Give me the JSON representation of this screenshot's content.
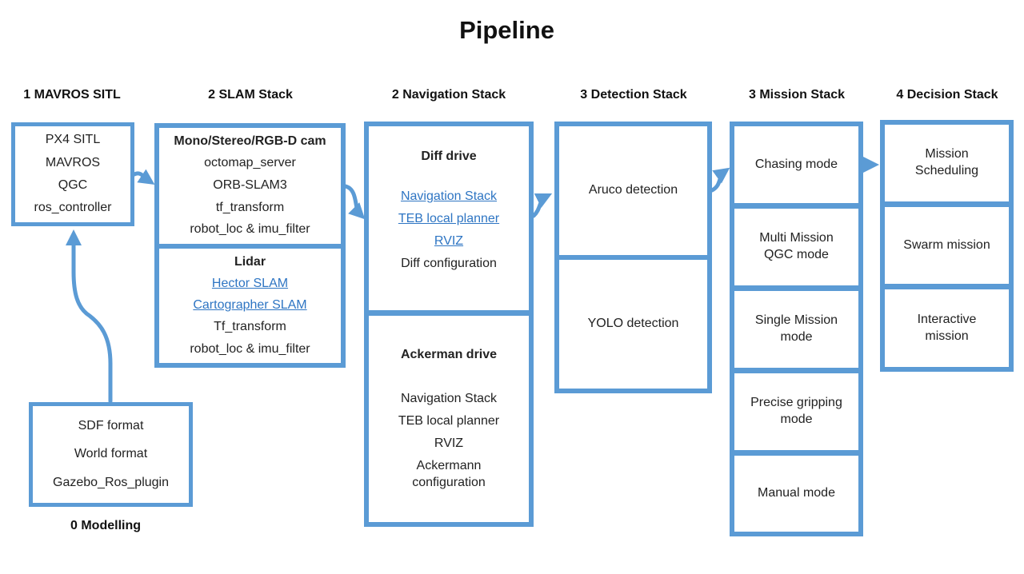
{
  "title": "Pipeline",
  "columns": {
    "c1": "1 MAVROS SITL",
    "c2": "2 SLAM Stack",
    "c3": "2 Navigation Stack",
    "c4": "3 Detection Stack",
    "c5": "3 Mission Stack",
    "c6": "4 Decision Stack"
  },
  "modelling_label": "0 Modelling",
  "sitl_box": [
    "PX4 SITL",
    "MAVROS",
    "QGC",
    "ros_controller"
  ],
  "modelling_box": [
    "SDF format",
    "World format",
    "Gazebo_Ros_plugin"
  ],
  "slam": {
    "cam_title": "Mono/Stereo/RGB-D cam",
    "cam_items": [
      "octomap_server",
      "ORB-SLAM3",
      "tf_transform",
      "robot_loc & imu_filter"
    ],
    "lidar_title": "Lidar",
    "lidar_items": [
      "Hector SLAM",
      "Cartographer SLAM",
      "Tf_transform",
      "robot_loc & imu_filter"
    ]
  },
  "navigation": {
    "diff_title": "Diff drive",
    "diff_items": [
      "Navigation Stack",
      "TEB local planner",
      "RVIZ",
      "Diff configuration"
    ],
    "ack_title": "Ackerman drive",
    "ack_items": [
      "Navigation Stack",
      "TEB local planner",
      "RVIZ",
      "Ackermann configuration"
    ]
  },
  "detection": [
    "Aruco detection",
    "YOLO detection"
  ],
  "mission": [
    "Chasing mode",
    "Multi Mission QGC mode",
    "Single Mission mode",
    "Precise gripping mode",
    "Manual mode"
  ],
  "decision": [
    "Mission Scheduling",
    "Swarm mission",
    "Interactive mission"
  ],
  "colors": {
    "box_border": "#5b9bd5",
    "link": "#2e75c3"
  }
}
